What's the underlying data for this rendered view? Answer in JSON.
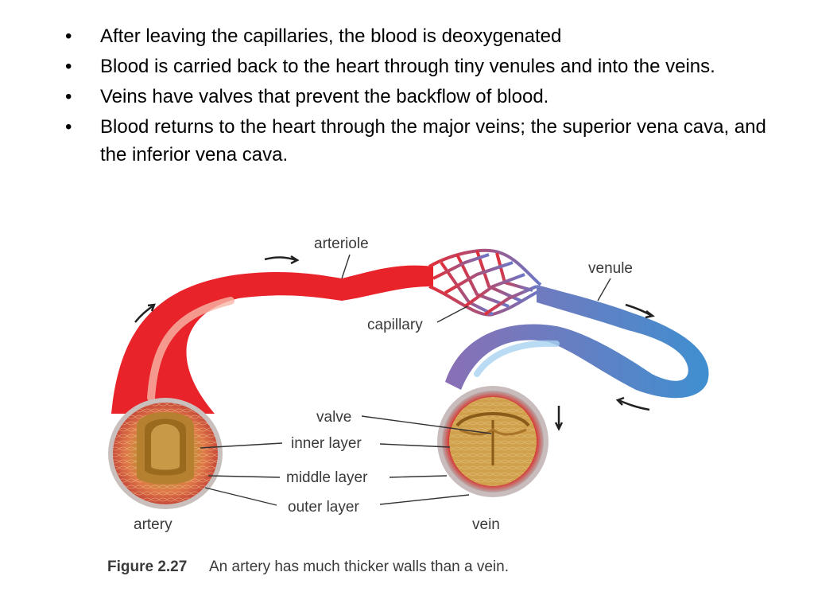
{
  "bullets": [
    "After leaving the capillaries, the blood is deoxygenated",
    "Blood is carried back to the heart through tiny venules and into the veins.",
    "Veins have valves that prevent the backflow of blood.",
    "Blood returns to the heart through the major veins; the superior vena cava, and the inferior vena cava."
  ],
  "bullet_symbol": "•",
  "diagram": {
    "labels": {
      "arteriole": "arteriole",
      "venule": "venule",
      "capillary": "capillary",
      "valve": "valve",
      "inner_layer": "inner layer",
      "middle_layer": "middle layer",
      "outer_layer": "outer layer",
      "artery": "artery",
      "vein": "vein"
    },
    "caption_number": "Figure 2.27",
    "caption_text": "An artery has much thicker walls than a vein.",
    "colors": {
      "artery_red": "#e8232a",
      "vein_blue": "#3f8fd0",
      "wall_tan": "#b88a3c",
      "label_gray": "#3a3a3a"
    }
  }
}
